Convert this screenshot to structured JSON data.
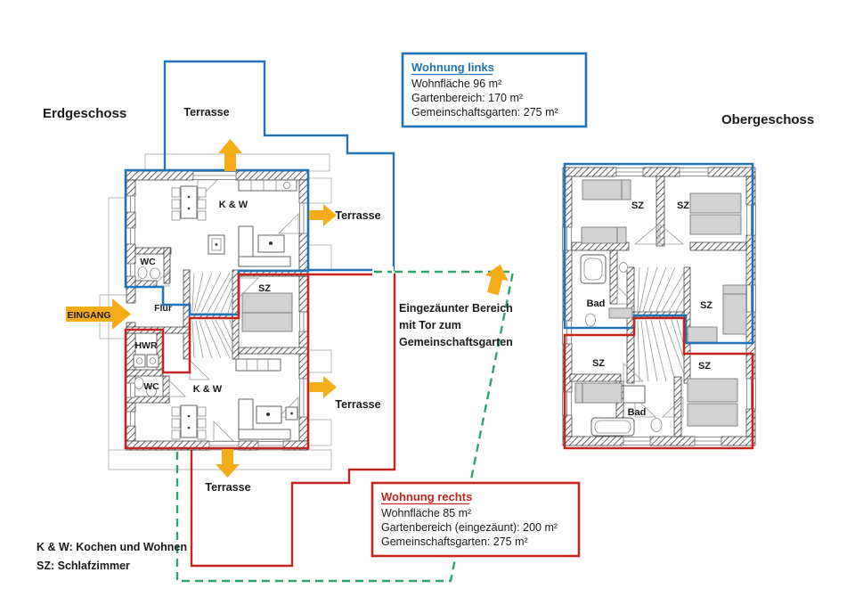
{
  "titles": {
    "erdgeschoss": "Erdgeschoss",
    "obergeschoss": "Obergeschoss"
  },
  "legend": {
    "line1": "K & W: Kochen und Wohnen",
    "line2": "SZ: Schlafzimmer"
  },
  "annotation": {
    "line1": "Eingezäunter Bereich",
    "line2": "mit Tor zum",
    "line3": "Gemeinschaftsgarten"
  },
  "info_box_links": {
    "title": "Wohnung links",
    "line1": "Wohnfläche 96 m²",
    "line2": "Gartenbereich: 170 m²",
    "line3": "Gemeinschaftsgarten: 275 m²"
  },
  "info_box_rechts": {
    "title": "Wohnung rechts",
    "line1": "Wohnfläche 85 m²",
    "line2": "Gartenbereich (eingezäunt): 200 m²",
    "line3": "Gemeinschaftsgarten: 275 m²"
  },
  "labels": {
    "terrasse": "Terrasse",
    "eingang": "EINGANG",
    "kw": "K & W",
    "wc": "WC",
    "flur": "Flur",
    "hwr": "HWR",
    "sz": "SZ",
    "bad": "Bad"
  },
  "colors": {
    "apartment_left": "#2272b6",
    "apartment_right": "#c5251c",
    "fence_green": "#2ea36d",
    "arrow_yellow": "#f4ad18",
    "wall_hatch": "#3a3a3a",
    "furniture_gray": "#d2d2d2"
  }
}
